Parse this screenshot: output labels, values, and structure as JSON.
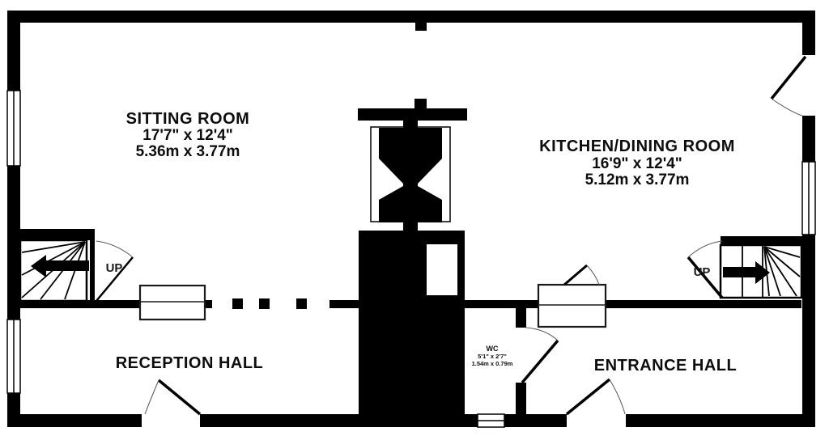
{
  "plan_type": "floor-plan",
  "rooms": {
    "sitting_room": {
      "name": "SITTING ROOM",
      "imperial": "17'7\"  x 12'4\"",
      "metric": "5.36m  x 3.77m"
    },
    "kitchen_dining": {
      "name": "KITCHEN/DINING ROOM",
      "imperial": "16'9\"  x 12'4\"",
      "metric": "5.12m  x 3.77m"
    },
    "reception_hall": {
      "name": "RECEPTION HALL"
    },
    "entrance_hall": {
      "name": "ENTRANCE HALL"
    },
    "wc": {
      "name": "WC",
      "imperial": "5'1\"  x 2'7\"",
      "metric": "1.54m  x 0.79m"
    }
  },
  "stairs": {
    "left": {
      "label": "UP",
      "direction_icon": "arrow-left"
    },
    "right": {
      "label": "UP",
      "direction_icon": "arrow-right"
    }
  },
  "colors": {
    "wall": "#000000",
    "background": "#ffffff",
    "text": "#0d0d0d"
  }
}
